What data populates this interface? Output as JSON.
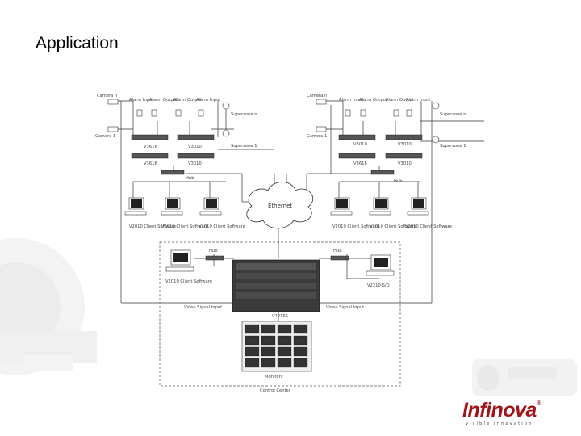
{
  "slide": {
    "title": "Application"
  },
  "logo": {
    "name": "Infinova",
    "reg": "®",
    "tagline": "visible innovation"
  },
  "colors": {
    "logo_red": "#a01418",
    "line": "#333333",
    "device_dark": "#444444"
  },
  "diagram": {
    "left_site": {
      "cameras": [
        "Camera n",
        "Camera 1"
      ],
      "alarm_inputs": [
        "Alarm Input",
        "Alarm Input"
      ],
      "alarm_outputs": [
        "Alarm Output",
        "Alarm Output"
      ],
      "subsystems": [
        "Superzone n",
        "Superzone 1"
      ],
      "devices": [
        "V3616",
        "V3010",
        "V3616",
        "V3010"
      ],
      "hub": "Hub"
    },
    "right_site": {
      "cameras": [
        "Camera n",
        "Camera 1"
      ],
      "alarm_inputs": [
        "Alarm Input",
        "Alarm Input"
      ],
      "alarm_outputs": [
        "Alarm Output",
        "Alarm Output"
      ],
      "subsystems": [
        "Superzone n",
        "Superzone 1"
      ],
      "devices": [
        "V3010",
        "V3010",
        "V3616",
        "V3010"
      ],
      "hub": "Hub"
    },
    "network": "Ethernet",
    "clients_left": [
      "V2010 Client Software",
      "V2010 Client Software",
      "V2010 Client Software"
    ],
    "clients_right": [
      "V2010 Client Software",
      "V2010 Client Software",
      "V2010 Client Software"
    ],
    "control_center": {
      "hub_left": "Hub",
      "hub_right": "Hub",
      "client": "V2010 Client Software",
      "matrix_workstation": "V2210-S/D",
      "video_signal_input_left": "Video Signal Input",
      "video_signal_input_right": "Video Signal Input",
      "matrix": "V2216S",
      "monitors": "Monitors",
      "name": "Control Center"
    }
  }
}
